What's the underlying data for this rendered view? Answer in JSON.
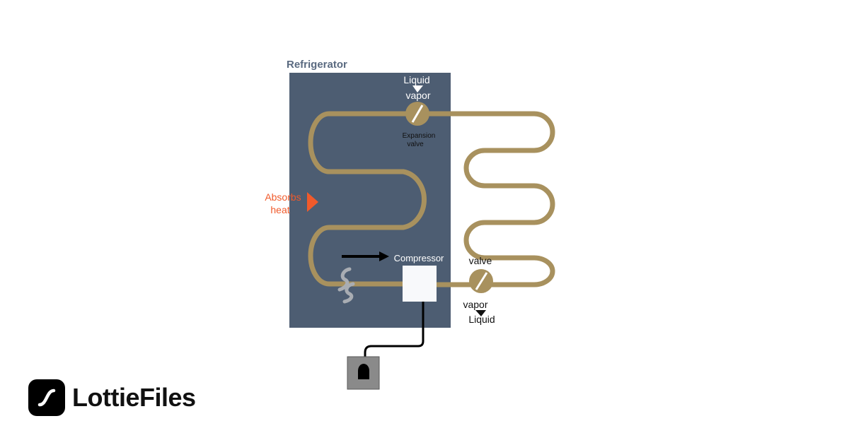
{
  "diagram": {
    "title": "Refrigerator",
    "top_valve_in": "Liquid",
    "top_valve_out": "vapor",
    "expansion_valve_line1": "Expansion",
    "expansion_valve_line2": "valve",
    "absorbs_line1": "Absorbs",
    "absorbs_line2": "heat",
    "compressor": "Compressor",
    "valve": "valve",
    "bottom_valve_in": "vapor",
    "bottom_valve_out": "Liquid"
  },
  "colors": {
    "fridge_body": "#4d5d72",
    "title": "#5a6a80",
    "pipe": "#a8915e",
    "absorbs": "#f05a2b",
    "compressor": "#f8f9fb",
    "outlet_box": "#8a8a8a",
    "vapor_wisp": "#a9adb3"
  },
  "brand": {
    "name": "LottieFiles"
  }
}
